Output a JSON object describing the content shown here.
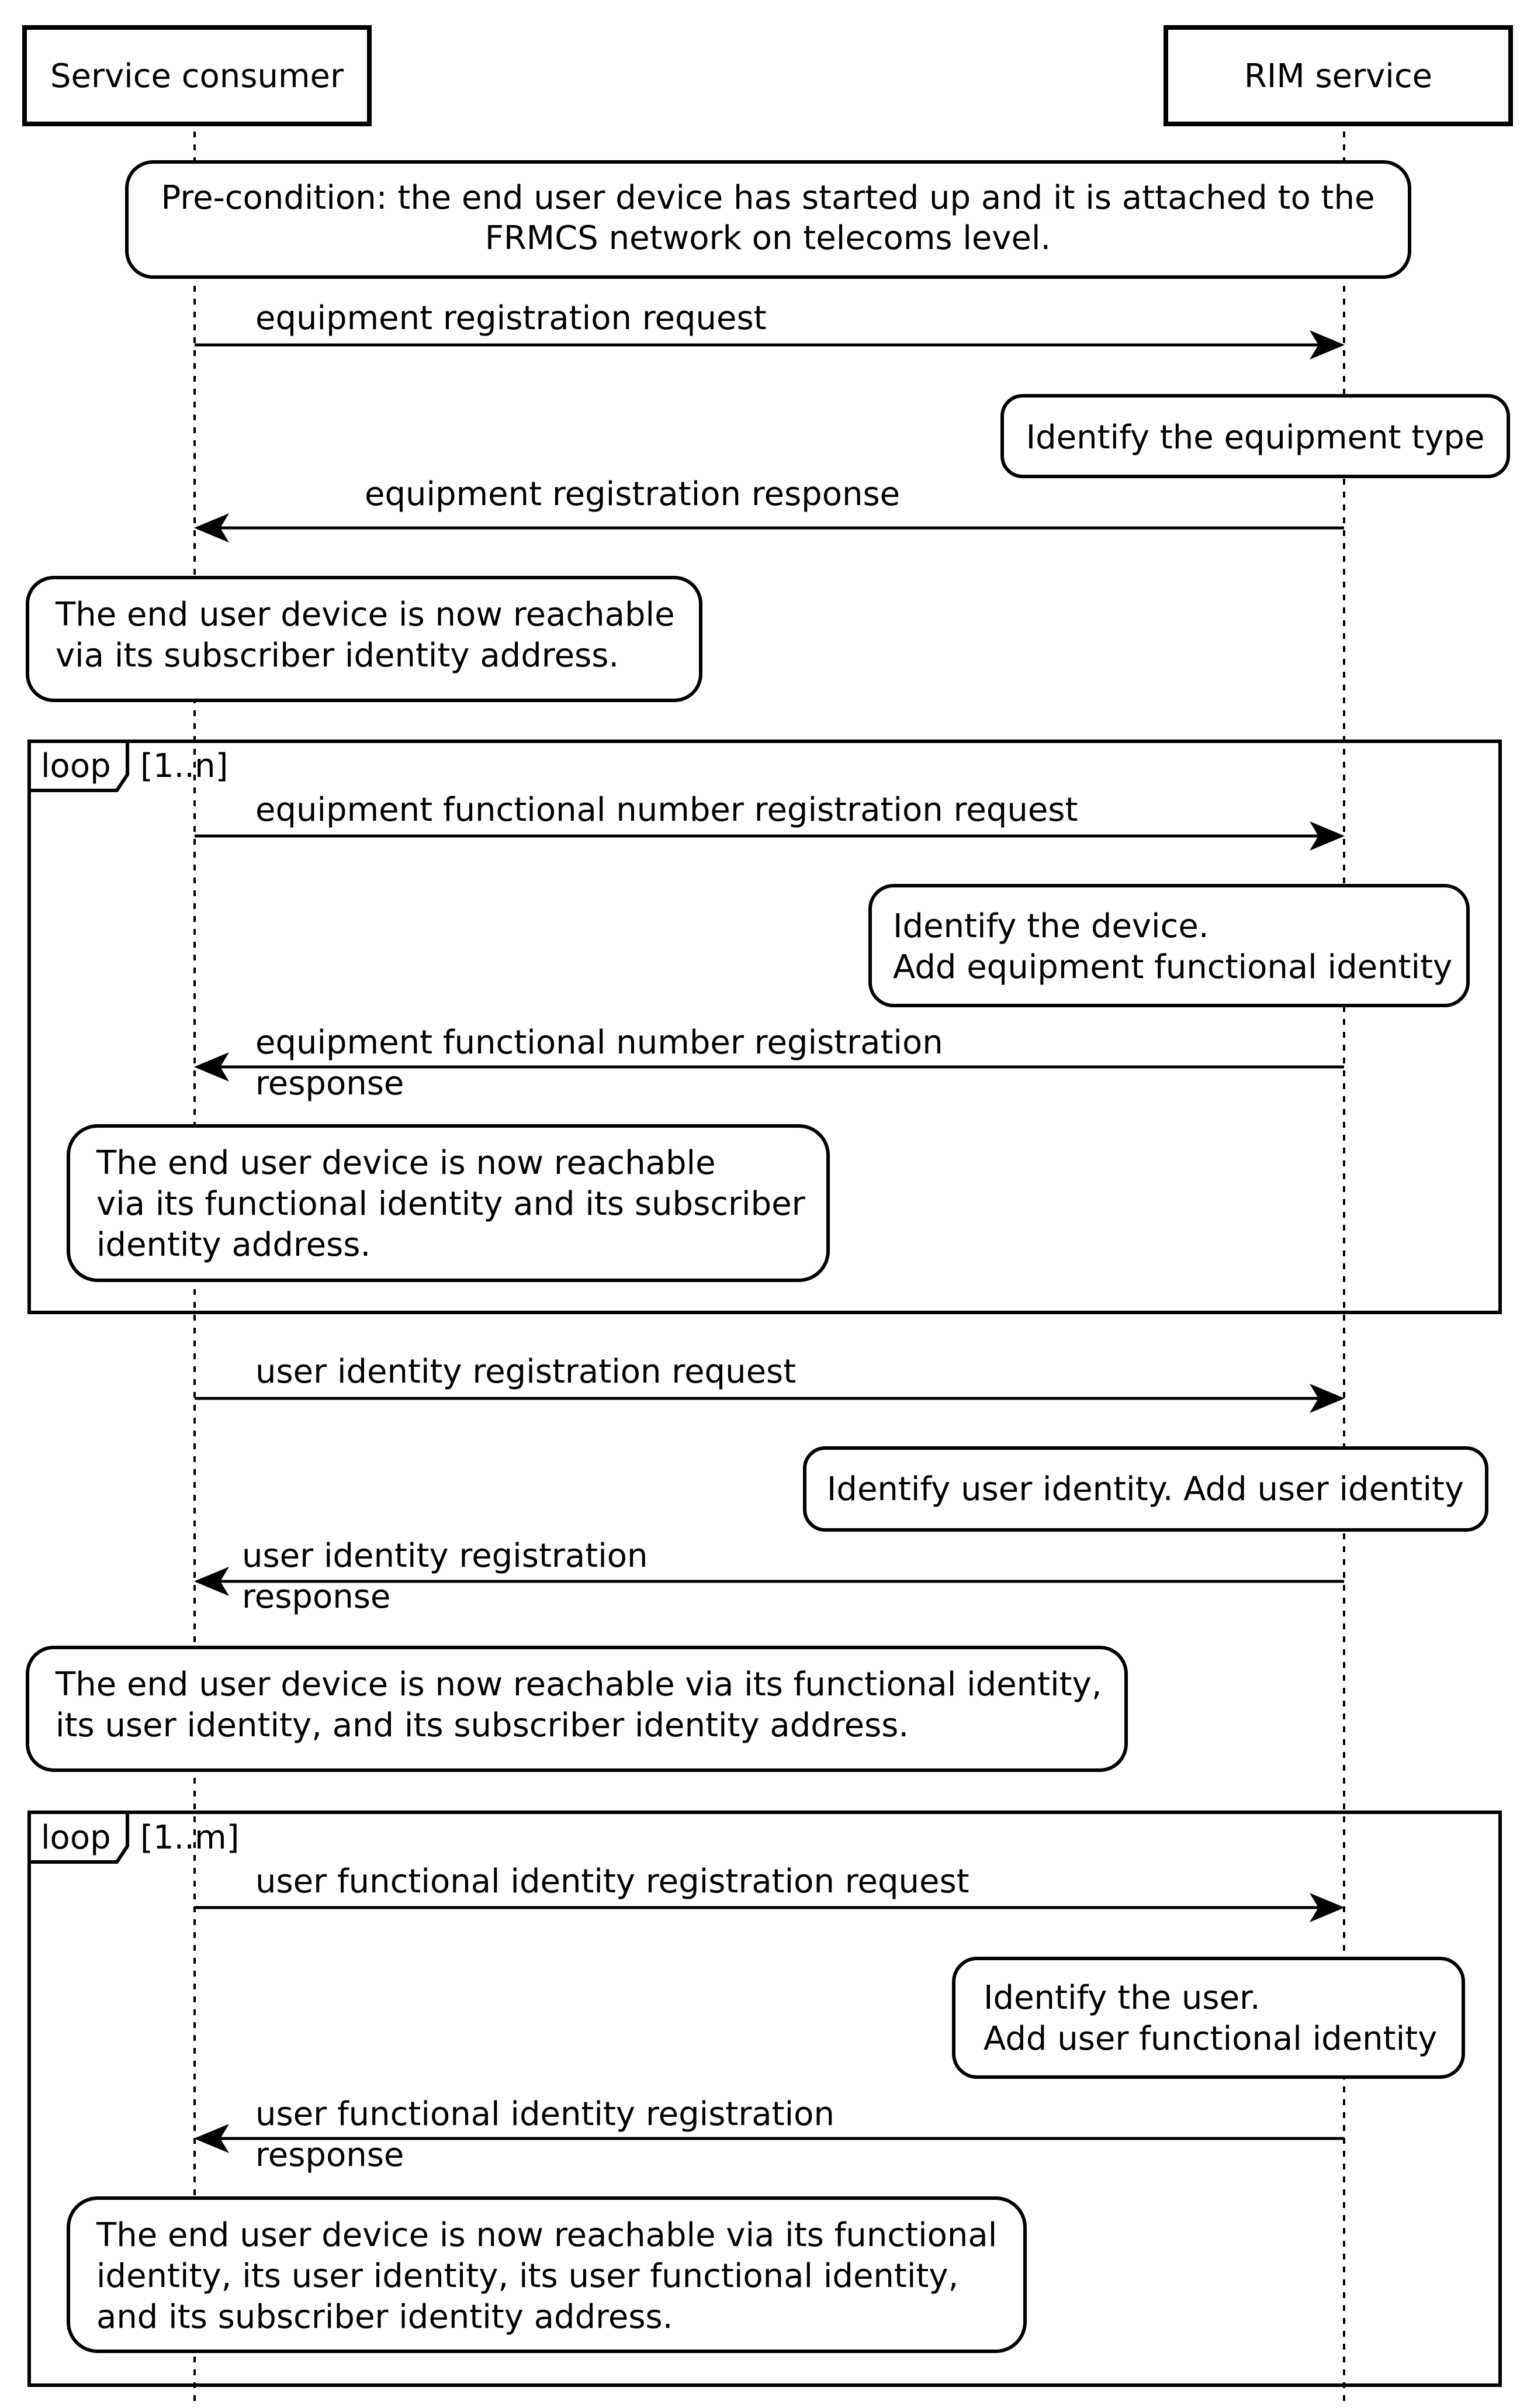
{
  "participants": {
    "consumer": "Service consumer",
    "rim": "RIM service"
  },
  "precondition": [
    "Pre-condition: the end user device has started up and it is attached to the",
    "FRMCS network on telecoms level."
  ],
  "steps": {
    "eq_reg_request": [
      "equipment registration request"
    ],
    "identify_equipment_type": [
      "Identify the equipment type"
    ],
    "eq_reg_response": [
      "equipment registration response"
    ],
    "reachable_subscriber": [
      "The end user device is now reachable",
      "via its subscriber identity address."
    ]
  },
  "loop1": {
    "tag": "loop",
    "condition": "[1..n]",
    "request": [
      "equipment functional number registration request"
    ],
    "note": [
      "Identify the device.",
      "Add equipment functional identity"
    ],
    "response": [
      "equipment functional number registration",
      "response"
    ],
    "reachable": [
      "The end user device is now reachable",
      "via its functional identity and its subscriber",
      "identity address."
    ]
  },
  "user_identity": {
    "request": [
      "user identity registration request"
    ],
    "note": [
      "Identify user identity. Add user identity"
    ],
    "response": [
      "user identity registration",
      "response"
    ],
    "reachable": [
      "The end user device is now reachable via its functional identity,",
      "its user identity, and its subscriber identity address."
    ]
  },
  "loop2": {
    "tag": "loop",
    "condition": "[1..m]",
    "request": [
      "user functional identity registration request"
    ],
    "note": [
      "Identify the user.",
      "Add user functional identity"
    ],
    "response": [
      "user functional identity registration",
      "response"
    ],
    "reachable": [
      "The end user device is now reachable via its functional",
      "identity, its user identity, its user functional identity,",
      "and its subscriber identity address."
    ]
  }
}
